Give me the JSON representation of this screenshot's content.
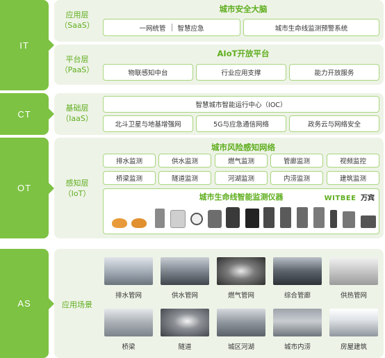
{
  "sections": {
    "it": "IT",
    "ct": "CT",
    "ot": "OT",
    "as": "AS"
  },
  "saas": {
    "label_cn": "应用层",
    "label_en": "（SaaS）",
    "title": "城市安全大脑",
    "left_a": "一网统管",
    "left_b": "智慧应急",
    "right": "城市生命线监测预警系统"
  },
  "paas": {
    "label_cn": "平台层",
    "label_en": "（PaaS）",
    "title": "AIoT开放平台",
    "items": [
      "物联感知中台",
      "行业应用支撑",
      "能力开放服务"
    ]
  },
  "iaas": {
    "label_cn": "基础层",
    "label_en": "（IaaS）",
    "ioc": "智慧城市智能运行中心（IOC）",
    "items": [
      "北斗卫星与地基增强网",
      "5G与应急通信网络",
      "政务云与网络安全"
    ]
  },
  "iot": {
    "label_cn": "感知层",
    "label_en": "（IoT）",
    "title": "城市风险感知网络",
    "row1": [
      "排水监测",
      "供水监测",
      "燃气监测",
      "管廊监测",
      "视频监控"
    ],
    "row2": [
      "桥梁监测",
      "隧道监测",
      "河湖监测",
      "内涝监测",
      "建筑监测"
    ],
    "instruments_title": "城市生命线智能监测仪器",
    "brand": "WITBEE",
    "brand_cn": "万宾"
  },
  "scenes": {
    "label": "应用场景",
    "row1": [
      "排水管网",
      "供水管网",
      "燃气管网",
      "综合管廊",
      "供热管网"
    ],
    "row2": [
      "桥梁",
      "隧道",
      "城区河湖",
      "城市内涝",
      "房屋建筑"
    ]
  },
  "colors": {
    "accent": "#7dc243",
    "accent_text": "#5fae1f",
    "panel": "#eef3e7",
    "border": "#a8d67e"
  }
}
